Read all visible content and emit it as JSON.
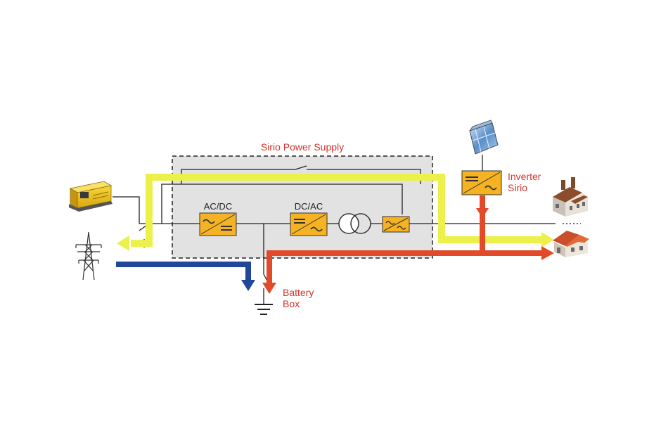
{
  "labels": {
    "system_title": "Sirio Power Supply",
    "ac_dc": "AC/DC",
    "dc_ac": "DC/AC",
    "inverter_line1": "Inverter",
    "inverter_line2": "Sirio",
    "battery_line1": "Battery",
    "battery_line2": "Box"
  },
  "colors": {
    "system_label": "#d9322a",
    "flow_yellow": "#ecf04a",
    "flow_red": "#e24a2a",
    "flow_blue": "#21479b",
    "converter_fill": "#f5b323",
    "panel_fill": "#e2e2e2",
    "wire": "#222222"
  },
  "icons": [
    "generator-icon",
    "power-pylon-icon",
    "solar-panel-icon",
    "factory-icon",
    "house-icon",
    "ground-icon",
    "transformer-icon"
  ]
}
